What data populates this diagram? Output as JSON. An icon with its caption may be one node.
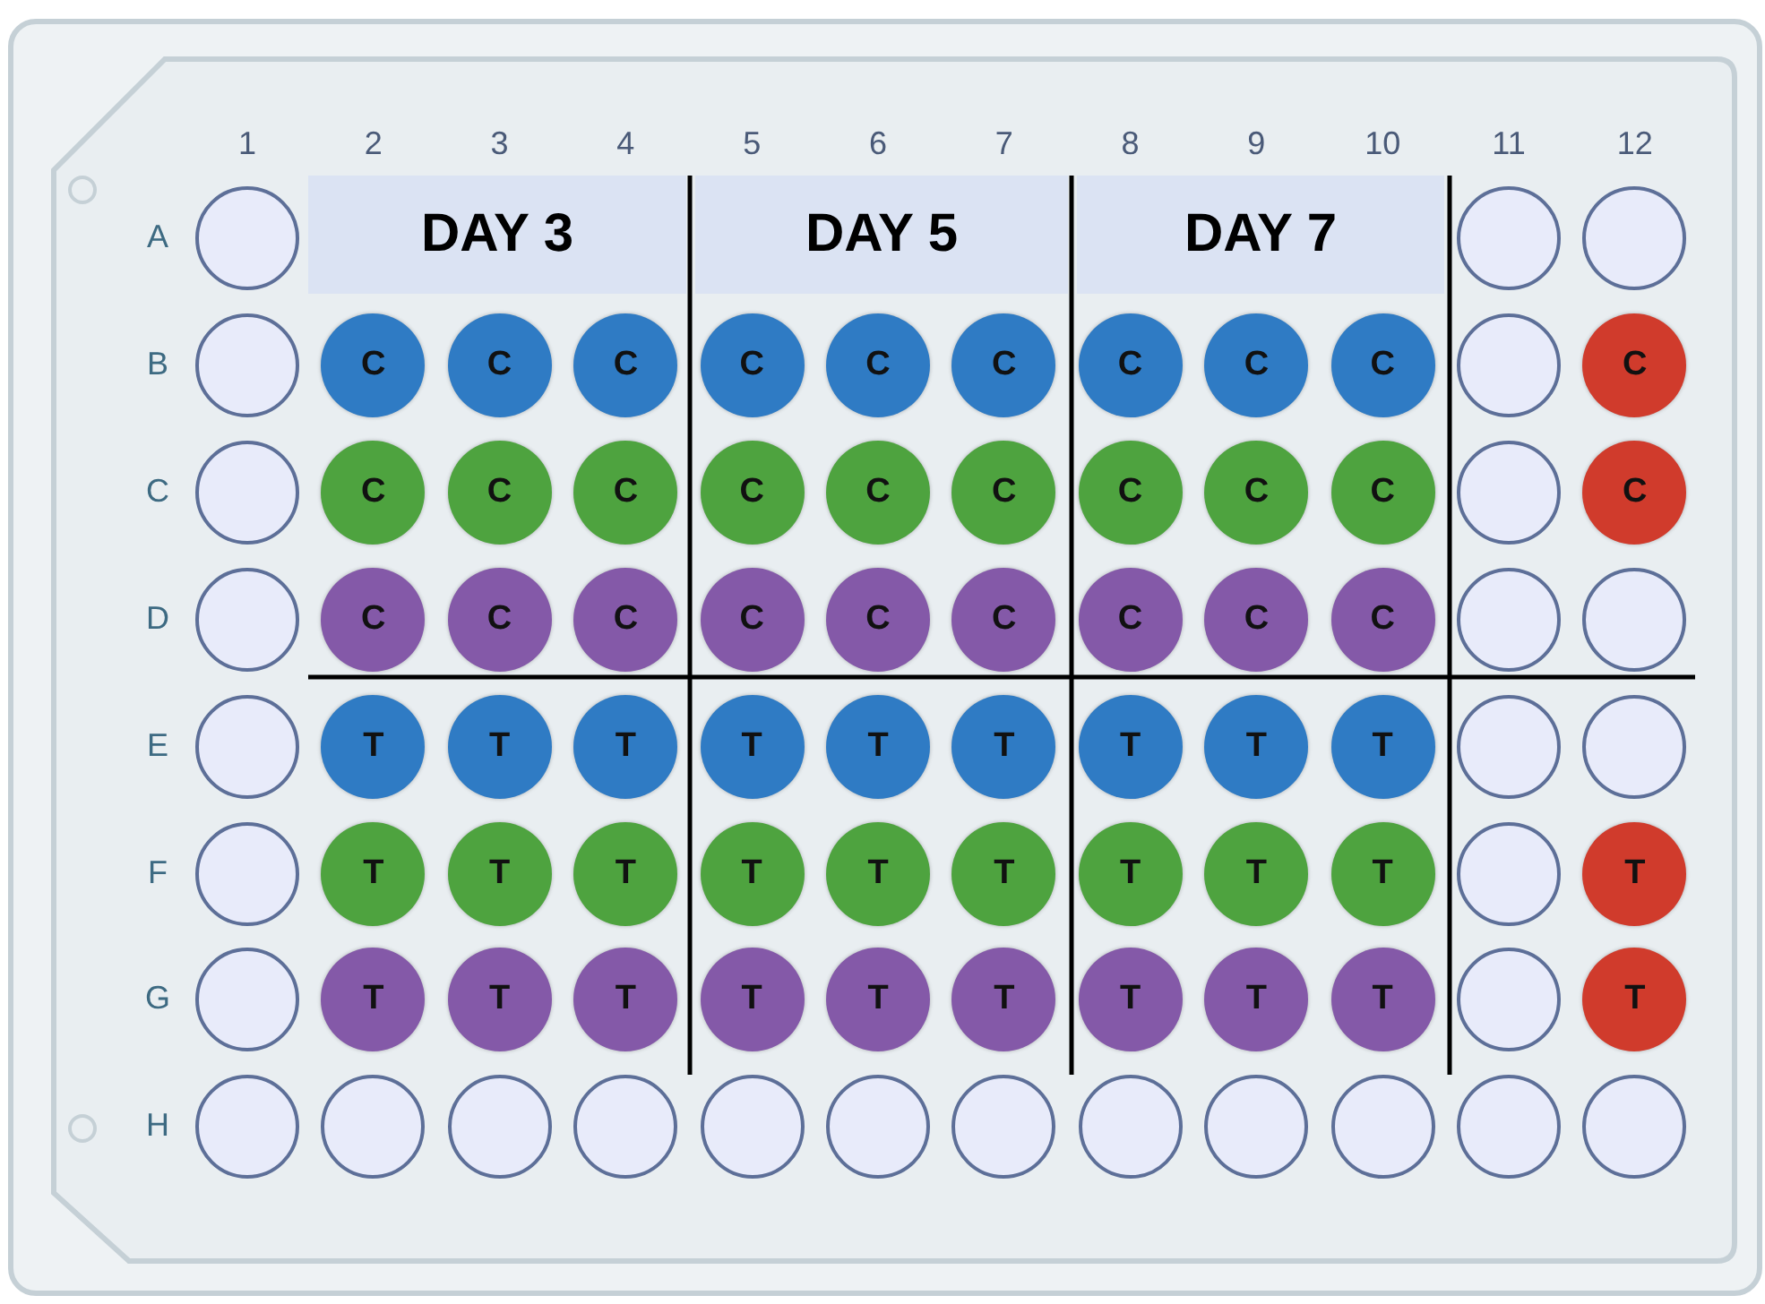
{
  "diagram": {
    "nodes": [
      {
        "text": [],
        "shape": "circle"
      },
      {
        "text": [
          "DAY 3"
        ]
      },
      {
        "text": [
          "DAY 5"
        ]
      },
      {
        "text": [
          "DAY 7"
        ]
      },
      {
        "text": [],
        "shape": "circle"
      },
      {
        "text": [],
        "shape": "circle"
      },
      {
        "text": [],
        "shape": "circle"
      },
      {
        "text": [
          "C"
        ]
      },
      {
        "text": [
          "C"
        ]
      },
      {
        "text": [
          "C"
        ]
      },
      {
        "text": [
          "C"
        ]
      },
      {
        "text": [
          "C"
        ]
      },
      {
        "text": [
          "C"
        ]
      },
      {
        "text": [
          "C"
        ]
      },
      {
        "text": [
          "C"
        ]
      },
      {
        "text": [
          "C"
        ]
      },
      {
        "text": [],
        "shape": "circle"
      },
      {
        "text": [
          "C"
        ]
      },
      {
        "text": [],
        "shape": "circle"
      },
      {
        "text": [
          "C"
        ]
      },
      {
        "text": [
          "C"
        ]
      },
      {
        "text": [
          "C"
        ]
      },
      {
        "text": [
          "C"
        ]
      },
      {
        "text": [
          "C"
        ]
      },
      {
        "text": [
          "C"
        ]
      },
      {
        "text": [
          "C"
        ]
      },
      {
        "text": [
          "C"
        ]
      },
      {
        "text": [
          "C"
        ]
      },
      {
        "text": [],
        "shape": "circle"
      },
      {
        "text": [
          "C"
        ]
      },
      {
        "text": [],
        "shape": "circle"
      },
      {
        "text": [
          "C"
        ]
      },
      {
        "text": [
          "C"
        ]
      },
      {
        "text": [
          "C"
        ]
      },
      {
        "text": [
          "C"
        ]
      },
      {
        "text": [
          "C"
        ]
      },
      {
        "text": [
          "C"
        ]
      },
      {
        "text": [
          "C"
        ]
      },
      {
        "text": [
          "C"
        ]
      },
      {
        "text": [
          "C"
        ]
      },
      {
        "text": [],
        "shape": "circle"
      },
      {
        "text": [],
        "shape": "circle"
      },
      {
        "text": [],
        "shape": "circle"
      },
      {
        "text": [
          "T"
        ]
      },
      {
        "text": [
          "T"
        ]
      },
      {
        "text": [
          "T"
        ]
      },
      {
        "text": [
          "T"
        ]
      },
      {
        "text": [
          "T"
        ]
      },
      {
        "text": [
          "T"
        ]
      },
      {
        "text": [
          "T"
        ]
      },
      {
        "text": [
          "T"
        ]
      },
      {
        "text": [
          "T"
        ]
      },
      {
        "text": [],
        "shape": "circle"
      },
      {
        "text": [],
        "shape": "circle"
      },
      {
        "text": [],
        "shape": "circle"
      },
      {
        "text": [
          "T"
        ]
      },
      {
        "text": [
          "T"
        ]
      },
      {
        "text": [
          "T"
        ]
      },
      {
        "text": [
          "T"
        ]
      },
      {
        "text": [
          "T"
        ]
      },
      {
        "text": [
          "T"
        ]
      },
      {
        "text": [
          "T"
        ]
      },
      {
        "text": [
          "T"
        ]
      },
      {
        "text": [
          "T"
        ]
      },
      {
        "text": [],
        "shape": "circle"
      },
      {
        "text": [
          "T"
        ]
      },
      {
        "text": [],
        "shape": "circle"
      },
      {
        "text": [
          "T"
        ]
      },
      {
        "text": [
          "T"
        ]
      },
      {
        "text": [
          "T"
        ]
      },
      {
        "text": [
          "T"
        ]
      },
      {
        "text": [
          "T"
        ]
      },
      {
        "text": [
          "T"
        ]
      },
      {
        "text": [
          "T"
        ]
      },
      {
        "text": [
          "T"
        ]
      },
      {
        "text": [
          "T"
        ]
      },
      {
        "text": [],
        "shape": "circle"
      },
      {
        "text": [
          "T"
        ]
      },
      {
        "text": [],
        "shape": "circle"
      },
      {
        "text": [],
        "shape": "circle"
      },
      {
        "text": [],
        "shape": "circle"
      },
      {
        "text": [],
        "shape": "circle"
      },
      {
        "text": [],
        "shape": "circle"
      },
      {
        "text": [],
        "shape": "circle"
      },
      {
        "text": [],
        "shape": "circle"
      },
      {
        "text": [],
        "shape": "circle"
      },
      {
        "text": [],
        "shape": "circle"
      },
      {
        "text": [],
        "shape": "circle"
      },
      {
        "text": [],
        "shape": "circle"
      },
      {
        "text": [],
        "shape": "circle"
      }
    ],
    "labels": [
      "1",
      "2",
      "3",
      "4",
      "5",
      "6",
      "7",
      "8",
      "9",
      "10",
      "11",
      "12",
      "A",
      "B",
      "C",
      "D",
      "E",
      "F",
      "G",
      "H"
    ]
  }
}
